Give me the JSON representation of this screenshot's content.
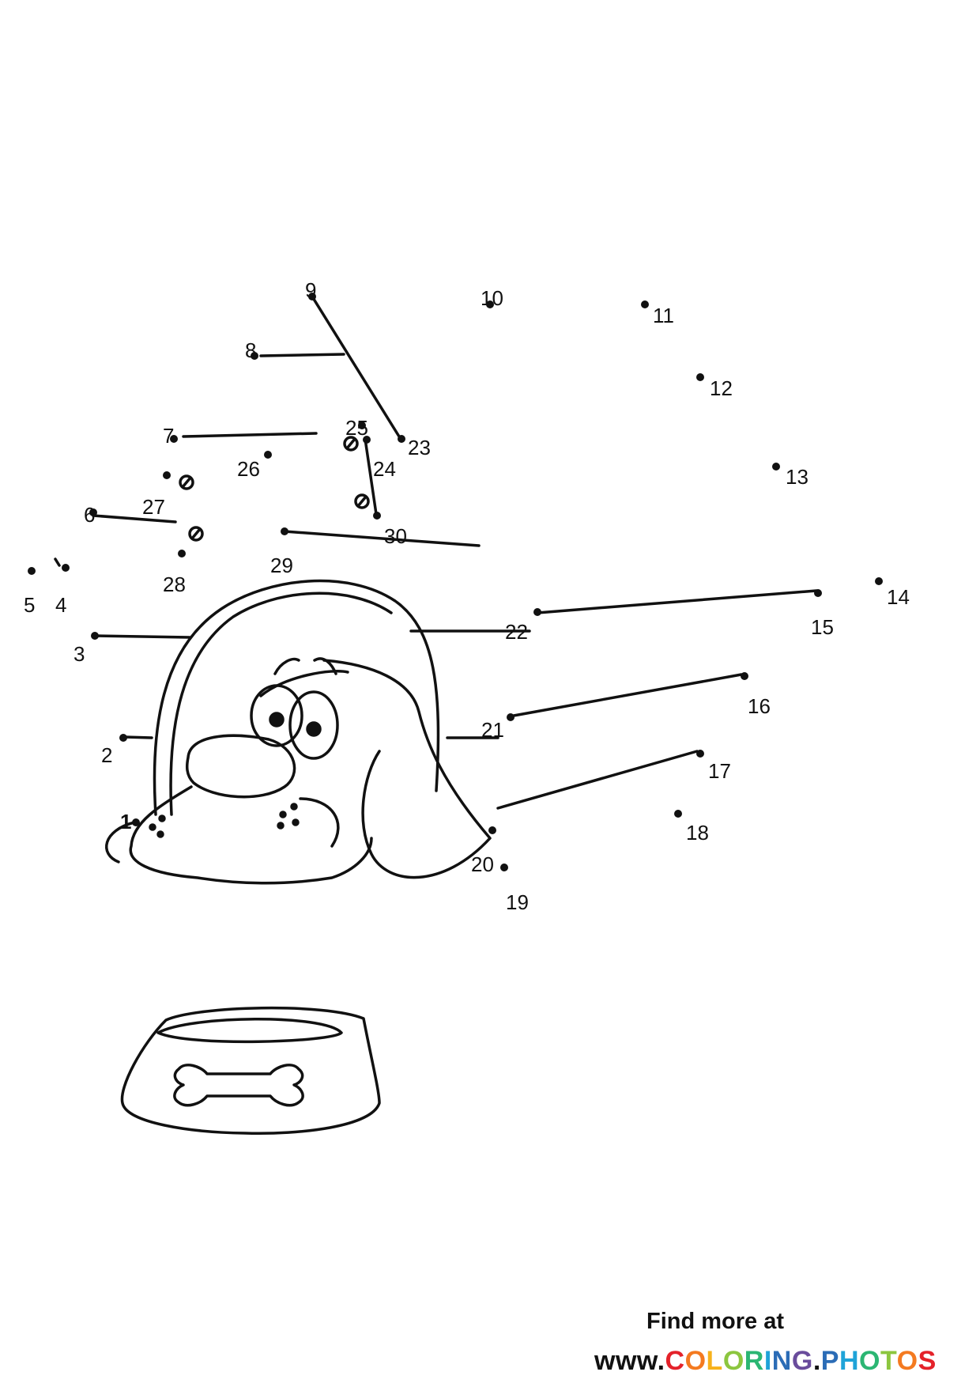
{
  "dots": [
    {
      "n": "1"
    },
    {
      "n": "2"
    },
    {
      "n": "3"
    },
    {
      "n": "4"
    },
    {
      "n": "5"
    },
    {
      "n": "6"
    },
    {
      "n": "7"
    },
    {
      "n": "8"
    },
    {
      "n": "9"
    },
    {
      "n": "10"
    },
    {
      "n": "11"
    },
    {
      "n": "12"
    },
    {
      "n": "13"
    },
    {
      "n": "14"
    },
    {
      "n": "15"
    },
    {
      "n": "16"
    },
    {
      "n": "17"
    },
    {
      "n": "18"
    },
    {
      "n": "19"
    },
    {
      "n": "20"
    },
    {
      "n": "21"
    },
    {
      "n": "22"
    },
    {
      "n": "23"
    },
    {
      "n": "24"
    },
    {
      "n": "25"
    },
    {
      "n": "26"
    },
    {
      "n": "27"
    },
    {
      "n": "28"
    },
    {
      "n": "29"
    },
    {
      "n": "30"
    }
  ],
  "footer": {
    "find_more": "Find more at",
    "www": "www.",
    "brand_letters": [
      {
        "ch": "C",
        "color": "#e4222a"
      },
      {
        "ch": "O",
        "color": "#f47a20"
      },
      {
        "ch": "L",
        "color": "#f7b21b"
      },
      {
        "ch": "O",
        "color": "#8cc63f"
      },
      {
        "ch": "R",
        "color": "#2bb673"
      },
      {
        "ch": "I",
        "color": "#1fa3d8"
      },
      {
        "ch": "N",
        "color": "#2b6cb6"
      },
      {
        "ch": "G",
        "color": "#6a4c9c"
      },
      {
        "ch": ".",
        "color": "#111111"
      },
      {
        "ch": "P",
        "color": "#2b6cb6"
      },
      {
        "ch": "H",
        "color": "#1fa3d8"
      },
      {
        "ch": "O",
        "color": "#2bb673"
      },
      {
        "ch": "T",
        "color": "#8cc63f"
      },
      {
        "ch": "O",
        "color": "#f47a20"
      },
      {
        "ch": "S",
        "color": "#e4222a"
      }
    ]
  }
}
